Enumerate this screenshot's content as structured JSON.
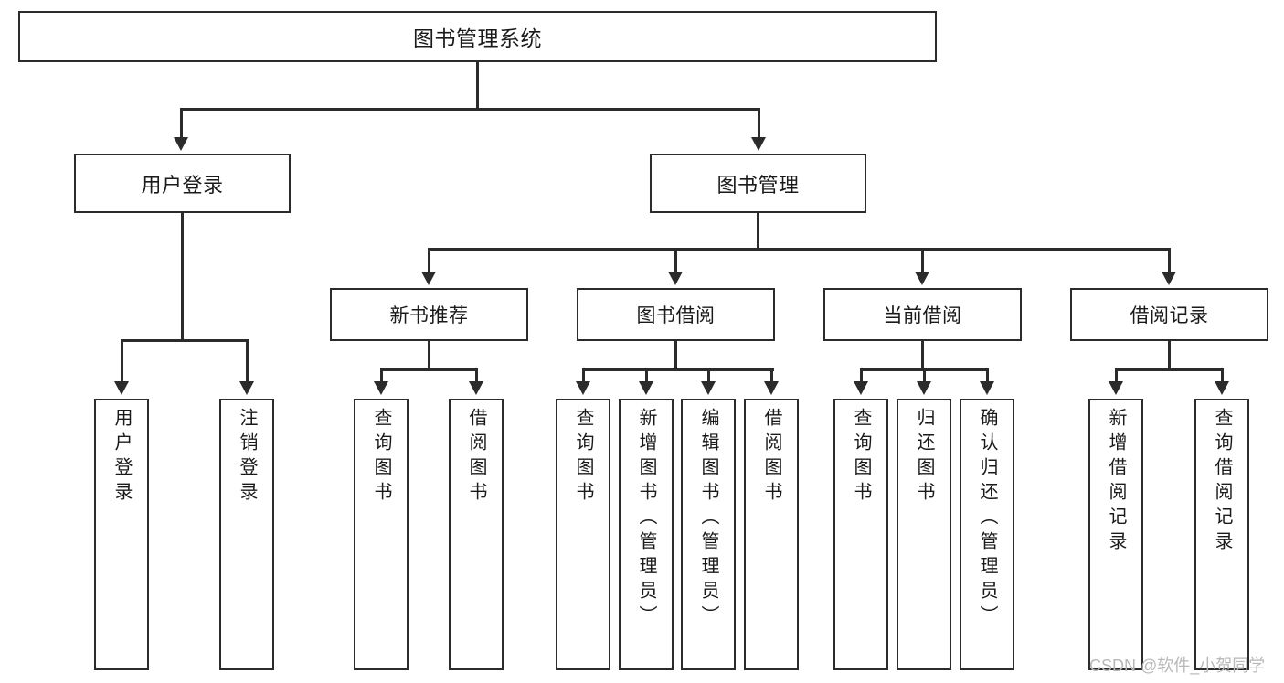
{
  "diagram": {
    "title_node": {
      "label": "图书管理系统"
    },
    "level1": [
      {
        "id": "user-login",
        "label": "用户登录"
      },
      {
        "id": "book-management",
        "label": "图书管理"
      }
    ],
    "level2": [
      {
        "id": "new-book-recommend",
        "label": "新书推荐"
      },
      {
        "id": "book-borrow",
        "label": "图书借阅"
      },
      {
        "id": "current-borrow",
        "label": "当前借阅"
      },
      {
        "id": "borrow-record",
        "label": "借阅记录"
      }
    ],
    "leaves": [
      {
        "id": "leaf-user-login",
        "label": "用户登录",
        "parent": "user-login"
      },
      {
        "id": "leaf-user-logout",
        "label": "注销登录",
        "parent": "user-login"
      },
      {
        "id": "leaf-query-book-1",
        "label": "查询图书",
        "parent": "new-book-recommend"
      },
      {
        "id": "leaf-borrow-book-1",
        "label": "借阅图书",
        "parent": "new-book-recommend"
      },
      {
        "id": "leaf-query-book-2",
        "label": "查询图书",
        "parent": "book-borrow"
      },
      {
        "id": "leaf-add-book-admin",
        "label": "新增图书（管理员）",
        "parent": "book-borrow"
      },
      {
        "id": "leaf-edit-book-admin",
        "label": "编辑图书（管理员）",
        "parent": "book-borrow"
      },
      {
        "id": "leaf-borrow-book-2",
        "label": "借阅图书",
        "parent": "book-borrow"
      },
      {
        "id": "leaf-query-book-3",
        "label": "查询图书",
        "parent": "current-borrow"
      },
      {
        "id": "leaf-return-book",
        "label": "归还图书",
        "parent": "current-borrow"
      },
      {
        "id": "leaf-confirm-return-admin",
        "label": "确认归还（管理员）",
        "parent": "current-borrow"
      },
      {
        "id": "leaf-add-borrow-record",
        "label": "新增借阅记录",
        "parent": "borrow-record"
      },
      {
        "id": "leaf-query-borrow-record",
        "label": "查询借阅记录",
        "parent": "borrow-record"
      }
    ],
    "watermark": "CSDN @软件_小贺同学",
    "colors": {
      "stroke": "#2b2b2b",
      "fill": "#ffffff",
      "text": "#1a1a1a",
      "watermark": "#b8b8b8"
    }
  }
}
